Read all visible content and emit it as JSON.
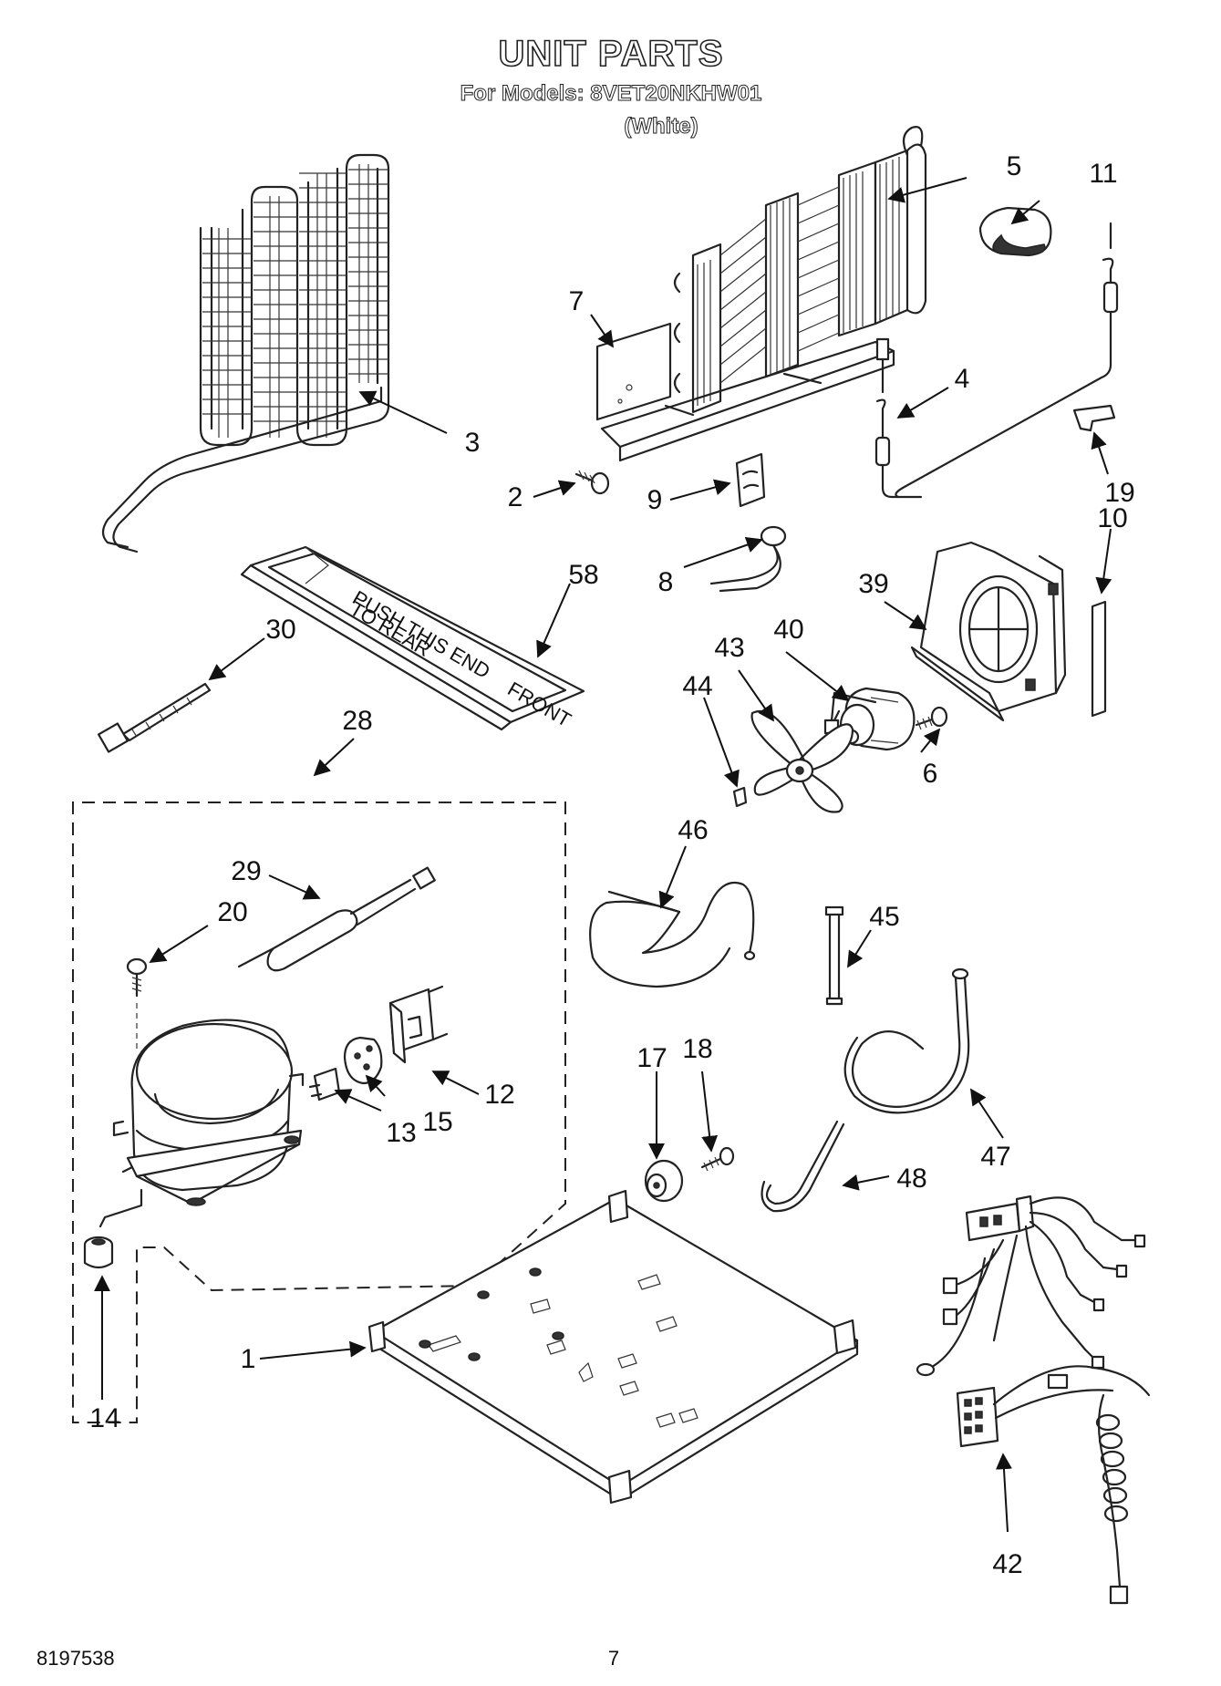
{
  "header": {
    "title": "UNIT PARTS",
    "models_line": "For Models: 8VET20NKHW01",
    "color_line": "(White)"
  },
  "footer": {
    "doc_number": "8197538",
    "page_number": "7"
  },
  "callouts": [
    "1",
    "2",
    "3",
    "4",
    "5",
    "6",
    "7",
    "8",
    "9",
    "10",
    "11",
    "12",
    "13",
    "14",
    "15",
    "17",
    "18",
    "19",
    "20",
    "28",
    "29",
    "30",
    "39",
    "40",
    "42",
    "43",
    "44",
    "45",
    "46",
    "47",
    "48",
    "58"
  ],
  "tray_label": {
    "line1": "PUSH THIS END",
    "line2": "TO REAR",
    "front": "FRONT"
  }
}
